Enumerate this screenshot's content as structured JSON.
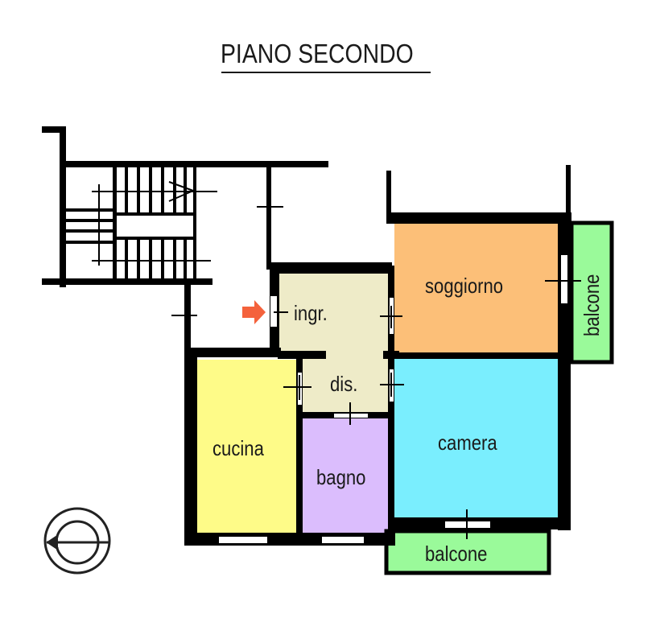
{
  "title": "PIANO SECONDO",
  "colors": {
    "wall": "#000000",
    "ingresso": "#eeebc8",
    "soggiorno": "#fcbf78",
    "camera": "#7aeefe",
    "cucina": "#fefb88",
    "bagno": "#dbbdfd",
    "balcone": "#9afa9a",
    "entry_arrow": "#f4623c"
  },
  "rooms": {
    "ingresso": {
      "label": "ingr."
    },
    "disimpegno": {
      "label": "dis."
    },
    "soggiorno": {
      "label": "soggiorno"
    },
    "camera": {
      "label": "camera"
    },
    "cucina": {
      "label": "cucina"
    },
    "bagno": {
      "label": "bagno"
    },
    "balcone_east": {
      "label": "balcone"
    },
    "balcone_south": {
      "label": "balcone"
    }
  },
  "icons": {
    "entry_arrow": "entry-arrow-icon",
    "compass": "compass-north-icon",
    "staircase": "staircase-icon"
  }
}
